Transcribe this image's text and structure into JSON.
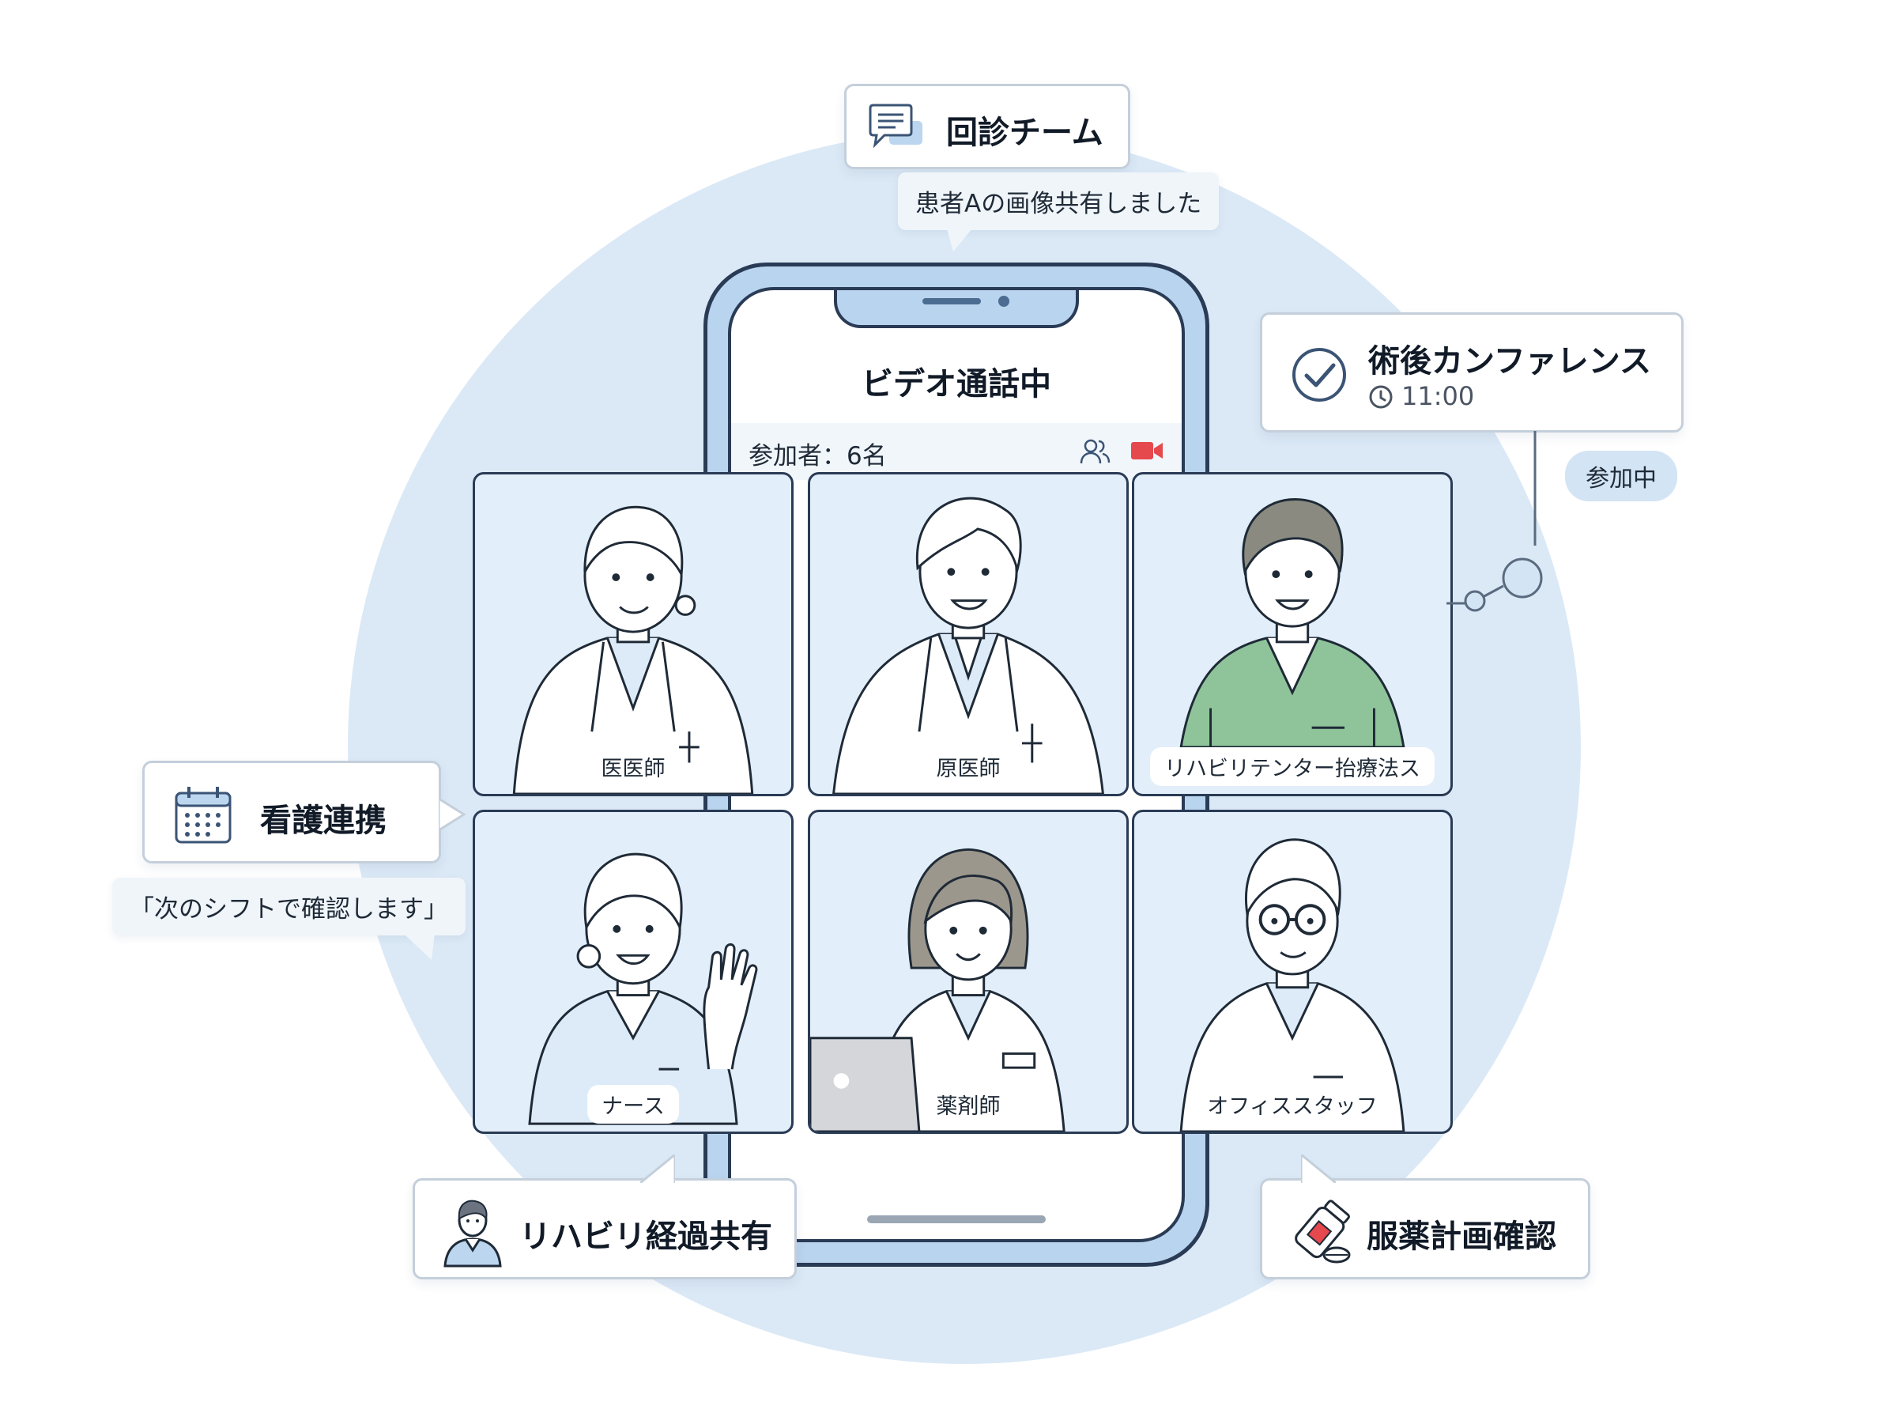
{
  "call": {
    "title": "ビデオ通話中",
    "participants_label": "参加者：6名"
  },
  "tiles": [
    {
      "label": "医医師"
    },
    {
      "label": "原医師"
    },
    {
      "label": "リハビリテンター抬療法ス"
    },
    {
      "label": "ナース"
    },
    {
      "label": "薬剤師"
    },
    {
      "label": "オフィススタッフ"
    }
  ],
  "callouts": {
    "rounds": {
      "title": "回診チーム",
      "message": "患者Aの画像共有しました"
    },
    "conference": {
      "title": "術後カンファレンス",
      "time": "11:00",
      "status": "参加中"
    },
    "nursing": {
      "title": "看護連携",
      "message": "「次のシフトで確認します」"
    },
    "rehab": {
      "title": "リハビリ経過共有"
    },
    "medication": {
      "title": "服薬計画確認"
    }
  },
  "colors": {
    "background_circle": "#dbe9f6",
    "phone_frame": "#b9d4ee",
    "outline": "#2a3b55",
    "tile_background": "#e2eef9",
    "scrubs_green": "#8fc49a",
    "record_red": "#e5484d"
  }
}
